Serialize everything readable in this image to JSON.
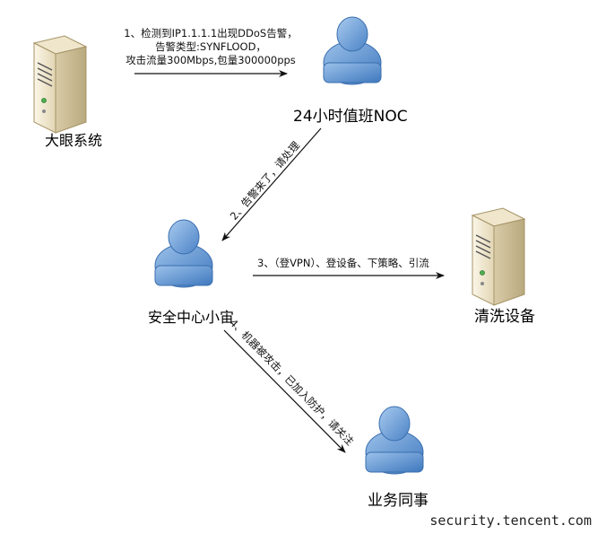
{
  "nodes": {
    "dayan": "大眼系统",
    "noc": "24小时值班NOC",
    "security": "安全中心小宙",
    "cleaning": "清洗设备",
    "business": "业务同事"
  },
  "steps": {
    "s1": [
      "1、检测到IP1.1.1.1出现DDoS告警，",
      "告警类型:SYNFLOOD，",
      "攻击流量300Mbps,包量300000pps"
    ],
    "s2": "2、告警来了，请处理",
    "s3": "3、（登VPN）、登设备、下策略、引流",
    "s4": "4、机器被攻击，已加入防护，请关注"
  },
  "watermark": "security.tencent.com",
  "colors": {
    "person_head": "#6d9fd6",
    "person_body": "#5a8fcf",
    "server_body": "#f3ead2",
    "arrow": "#111111"
  }
}
